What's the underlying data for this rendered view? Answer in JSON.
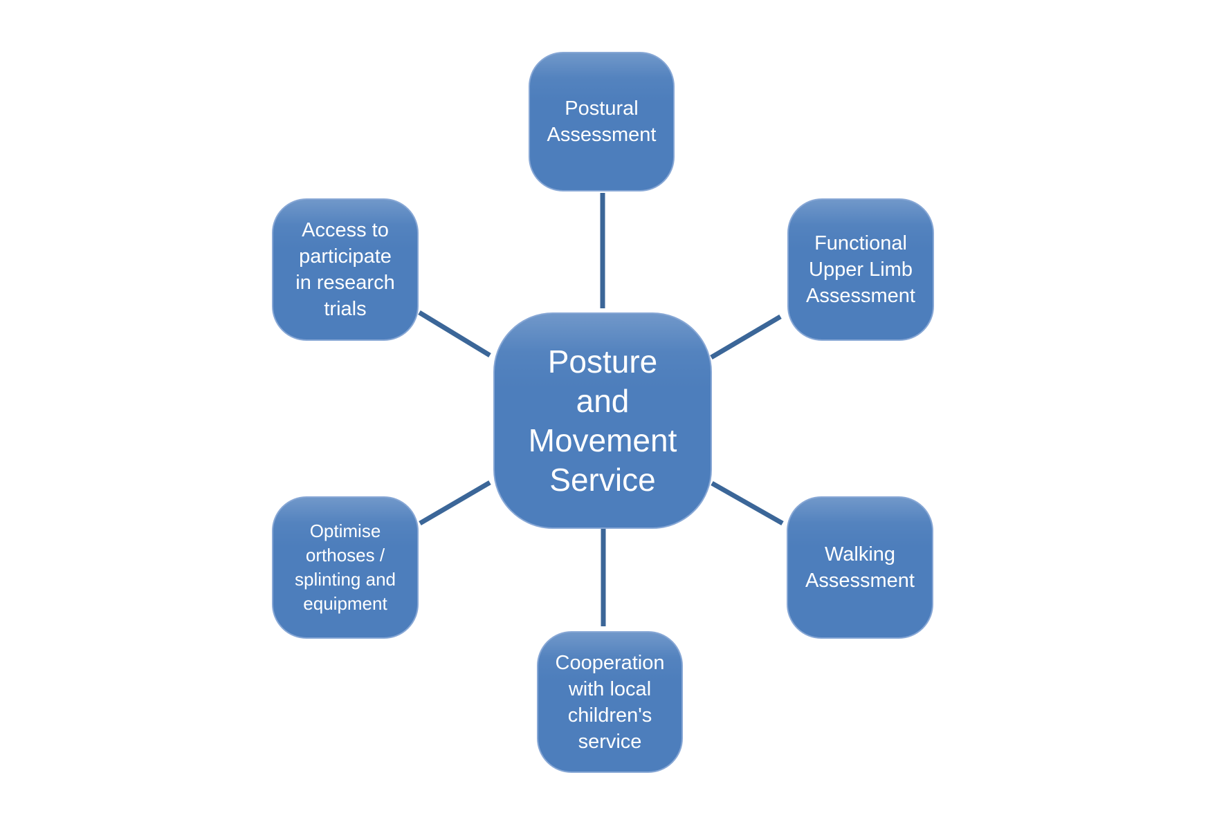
{
  "diagram": {
    "type": "radial-cycle",
    "center_node": {
      "label": "Posture\nand\nMovement\nService"
    },
    "nodes": [
      {
        "id": "postural-assessment",
        "label": "Postural\nAssessment"
      },
      {
        "id": "functional-upper-limb-assessment",
        "label": "Functional\nUpper Limb\nAssessment"
      },
      {
        "id": "walking-assessment",
        "label": "Walking\nAssessment"
      },
      {
        "id": "cooperation-with-local-childrens-service",
        "label": "Cooperation\nwith local\nchildren's\nservice"
      },
      {
        "id": "optimise-orthoses-splinting-and-equipment",
        "label": "Optimise\northoses /\nsplinting and\nequipment"
      },
      {
        "id": "access-to-participate-in-research-trials",
        "label": "Access to\nparticipate\nin research\ntrials"
      }
    ],
    "colors": {
      "node_fill": "#4d7ebc",
      "node_border": "#87a7d5",
      "connector": "#3b6698",
      "text": "#ffffff",
      "background": "#ffffff"
    }
  }
}
